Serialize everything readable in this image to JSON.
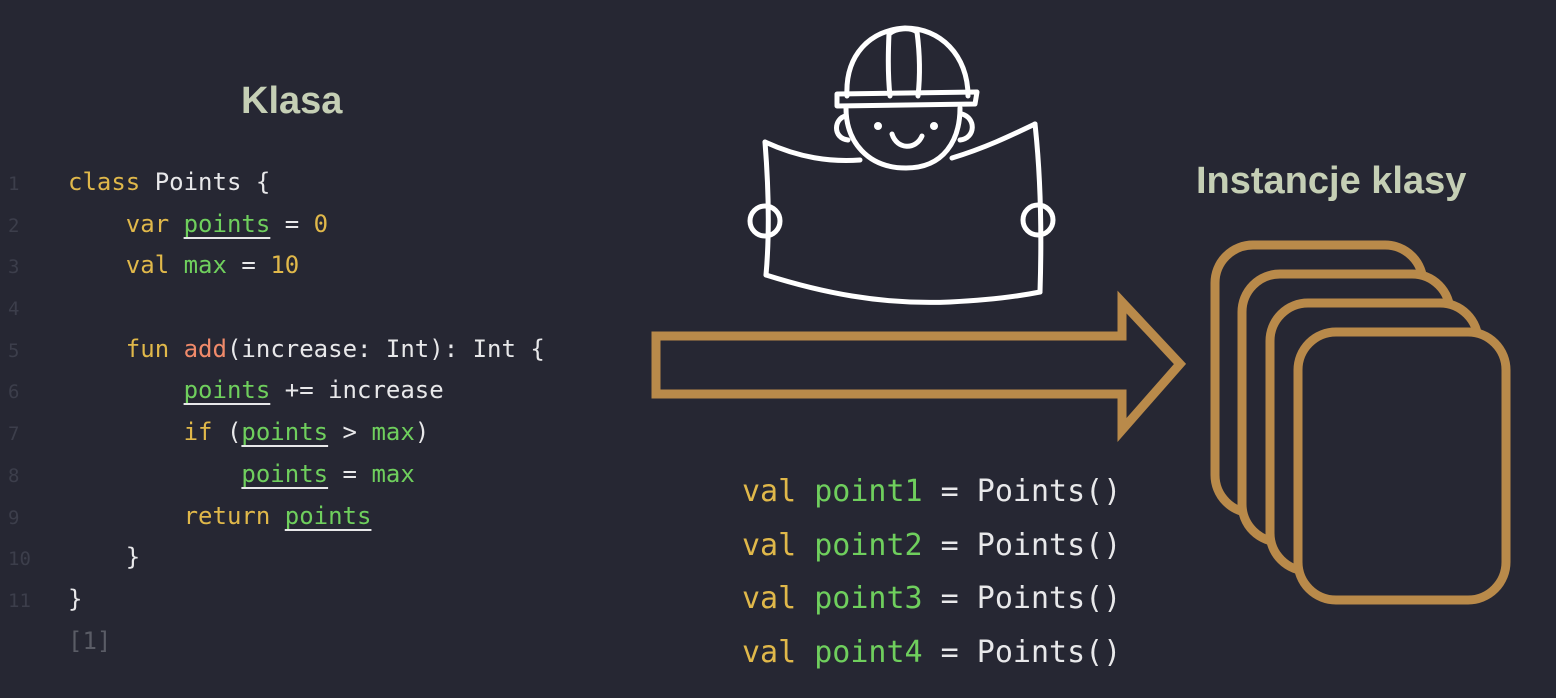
{
  "titles": {
    "left": "Klasa",
    "right": "Instancje klasy"
  },
  "code": {
    "line_numbers": [
      "1",
      "2",
      "3",
      "4",
      "5",
      "6",
      "7",
      "8",
      "9",
      "10",
      "11"
    ],
    "lines": [
      [
        {
          "t": "class",
          "c": "kw"
        },
        {
          "t": " Points {",
          "c": "plain"
        }
      ],
      [
        {
          "t": "    ",
          "c": "plain"
        },
        {
          "t": "var",
          "c": "kw"
        },
        {
          "t": " ",
          "c": "plain"
        },
        {
          "t": "points",
          "c": "prop u"
        },
        {
          "t": " = ",
          "c": "plain"
        },
        {
          "t": "0",
          "c": "num"
        }
      ],
      [
        {
          "t": "    ",
          "c": "plain"
        },
        {
          "t": "val",
          "c": "kw"
        },
        {
          "t": " ",
          "c": "plain"
        },
        {
          "t": "max",
          "c": "prop"
        },
        {
          "t": " = ",
          "c": "plain"
        },
        {
          "t": "10",
          "c": "num"
        }
      ],
      [],
      [
        {
          "t": "    ",
          "c": "plain"
        },
        {
          "t": "fun",
          "c": "kw"
        },
        {
          "t": " ",
          "c": "plain"
        },
        {
          "t": "add",
          "c": "fn"
        },
        {
          "t": "(increase: Int): Int {",
          "c": "plain"
        }
      ],
      [
        {
          "t": "        ",
          "c": "plain"
        },
        {
          "t": "points",
          "c": "prop u"
        },
        {
          "t": " += increase",
          "c": "plain"
        }
      ],
      [
        {
          "t": "        ",
          "c": "plain"
        },
        {
          "t": "if",
          "c": "kw"
        },
        {
          "t": " (",
          "c": "plain"
        },
        {
          "t": "points",
          "c": "prop u"
        },
        {
          "t": " > ",
          "c": "plain"
        },
        {
          "t": "max",
          "c": "prop"
        },
        {
          "t": ")",
          "c": "plain"
        }
      ],
      [
        {
          "t": "            ",
          "c": "plain"
        },
        {
          "t": "points",
          "c": "prop u"
        },
        {
          "t": " = ",
          "c": "plain"
        },
        {
          "t": "max",
          "c": "prop"
        }
      ],
      [
        {
          "t": "        ",
          "c": "plain"
        },
        {
          "t": "return",
          "c": "kw"
        },
        {
          "t": " ",
          "c": "plain"
        },
        {
          "t": "points",
          "c": "prop u"
        }
      ],
      [
        {
          "t": "    }",
          "c": "plain"
        }
      ],
      [
        {
          "t": "}",
          "c": "plain"
        }
      ]
    ],
    "output": "[1]"
  },
  "instances": [
    {
      "kw": "val",
      "name": "point1",
      "rest": " = Points()"
    },
    {
      "kw": "val",
      "name": "point2",
      "rest": " = Points()"
    },
    {
      "kw": "val",
      "name": "point3",
      "rest": " = Points()"
    },
    {
      "kw": "val",
      "name": "point4",
      "rest": " = Points()"
    }
  ],
  "colors": {
    "background": "#262733",
    "accent": "#b98a4a",
    "title": "#c5cfb5",
    "keyword": "#e0b84a",
    "property": "#6fcf5d",
    "function": "#f08a6a",
    "text": "#e8e8ea"
  },
  "icons": {
    "builder": "builder-with-blueprint-icon",
    "arrow": "arrow-right-icon",
    "cards": "stacked-cards-icon"
  }
}
